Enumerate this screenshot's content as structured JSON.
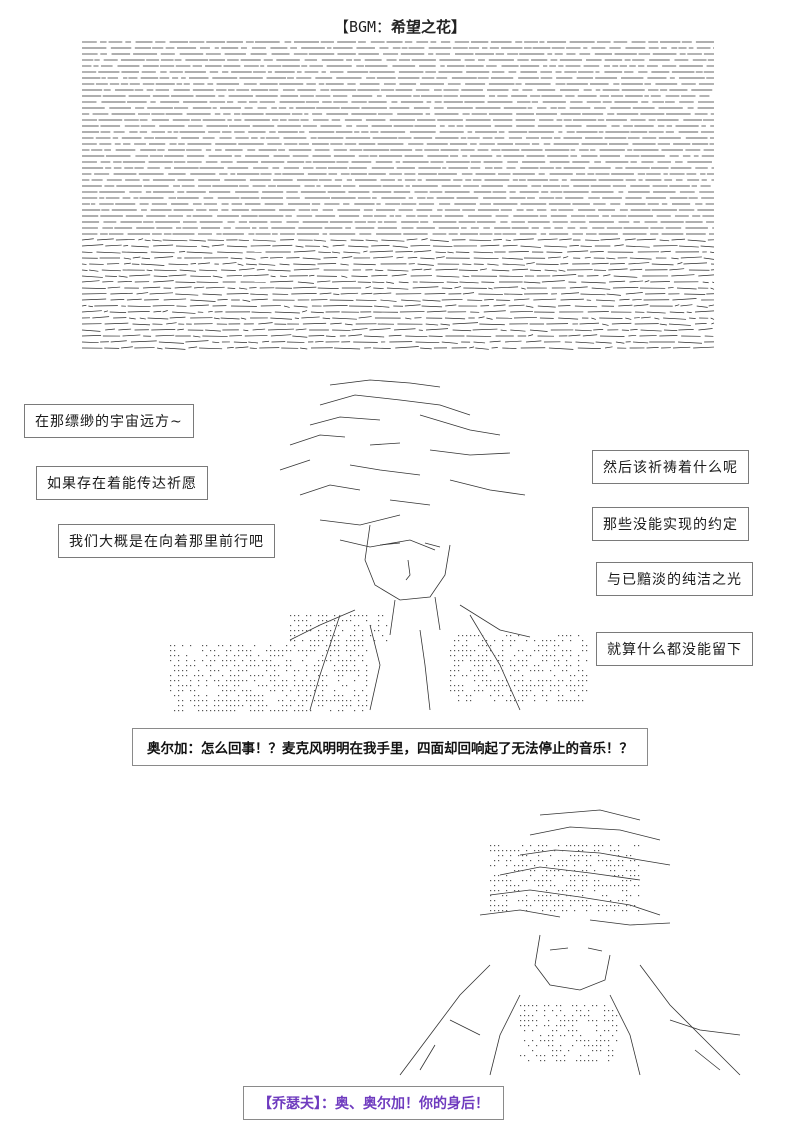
{
  "header": {
    "bgm_open": "【BGM：",
    "bgm_title": "希望之花",
    "bgm_close": "】"
  },
  "captions": {
    "left_1": "在那缥缈的宇宙远方~",
    "left_2": "如果存在着能传达祈愿",
    "left_3": "我们大概是在向着那里前行吧",
    "right_1": "然后该祈祷着什么呢",
    "right_2": "那些没能实现的约定",
    "right_3": "与已黯淡的纯洁之光",
    "right_4": "就算什么都没能留下"
  },
  "dialog": {
    "speaker": "奥尔加",
    "line": "奥尔加：怎么回事！？麦克风明明在我手里，四面却回响起了无法停止的音乐！？"
  },
  "shout": {
    "speaker": "【乔瑟夫】",
    "line": "：奥、奥尔加！你的身后！"
  }
}
